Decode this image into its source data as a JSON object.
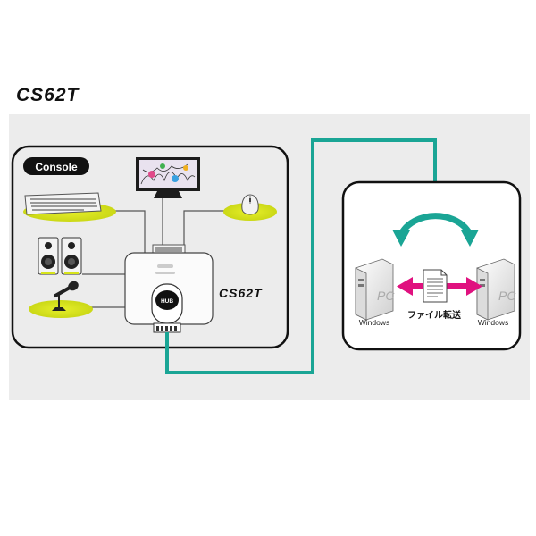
{
  "title": "CS62T",
  "console_label": "Console",
  "device_label": "CS62T",
  "device_logo": "HUB",
  "left_pc_label": "Windows",
  "right_pc_label": "Windows",
  "transfer_label": "ファイル転送",
  "pc_case_text": "PC",
  "colors": {
    "panel": "#ececec",
    "pad": "#d6e31a",
    "cable": "#1aa595",
    "arrow_transfer": "#e0117f",
    "arrow_switch": "#1aa595"
  }
}
